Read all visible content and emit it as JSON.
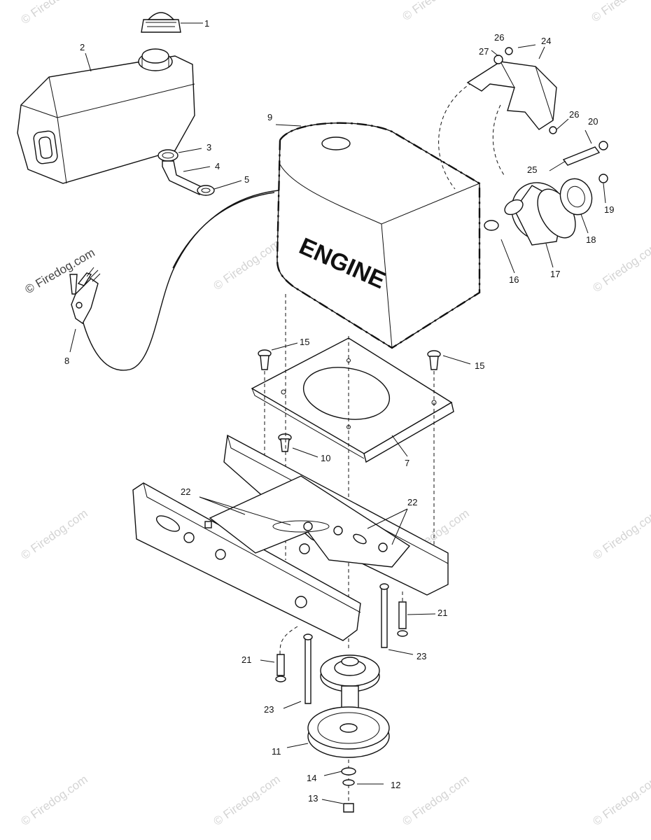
{
  "engine_label": "ENGINE",
  "watermark_text": "© Firedog.com",
  "callouts": [
    "1",
    "2",
    "3",
    "4",
    "5",
    "7",
    "8",
    "9",
    "10",
    "11",
    "12",
    "13",
    "14",
    "15",
    "15",
    "16",
    "17",
    "18",
    "19",
    "20",
    "21",
    "21",
    "22",
    "22",
    "23",
    "23",
    "24",
    "25",
    "26",
    "26",
    "27"
  ]
}
